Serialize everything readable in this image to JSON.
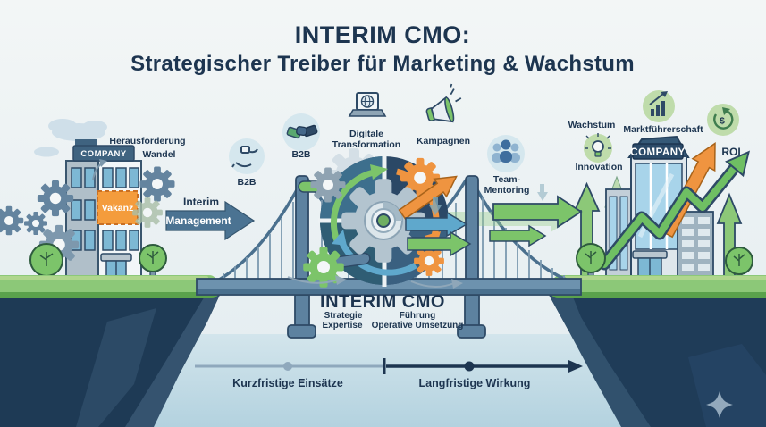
{
  "header": {
    "title": "INTERIM CMO:",
    "subtitle": "Strategischer Treiber für Marketing & Wachstum"
  },
  "left_scene": {
    "company_sign": "COMPANY",
    "challenge": "Herausforderung",
    "change": "Wandel",
    "vacancy": "Vakanz"
  },
  "interim": {
    "line1": "Interim",
    "line2": "Management"
  },
  "capabilities": [
    {
      "label": "B2B",
      "icon": "giving-hands-icon"
    },
    {
      "label": "B2B",
      "icon": "handshake-icon"
    },
    {
      "label1": "Digitale",
      "label2": "Transformation",
      "icon": "laptop-globe-icon"
    },
    {
      "label": "Kampagnen",
      "icon": "megaphone-icon"
    },
    {
      "label1": "Team-",
      "label2": "Mentoring",
      "icon": "team-icon"
    }
  ],
  "bridge": {
    "title": "INTERIM CMO",
    "left_line1": "Strategie",
    "left_line2": "Expertise",
    "right_line1": "Führung",
    "right_line2": "Operative Umsetzung"
  },
  "outcomes": [
    {
      "label": "Wachstum"
    },
    {
      "label": "Marktführerschaft",
      "icon": "growth-chart-icon"
    },
    {
      "label": "Innovation",
      "icon": "lightbulb-icon"
    },
    {
      "label": "ROI",
      "icon": "roi-cycle-icon",
      "symbol": "$"
    }
  ],
  "right_scene": {
    "company_sign": "COMPANY"
  },
  "timeline": {
    "left": "Kurzfristige Einsätze",
    "right": "Langfristige Wirkung"
  },
  "colors": {
    "navy_text": "#1d3550",
    "steel": "#5d82a0",
    "outline": "#2e4a66",
    "orange": "#ef9440",
    "green": "#7cc46a",
    "blue": "#5fa8cc",
    "grass": "#8cc878",
    "water": "#bcd9e4",
    "cliff": "#1e3a55",
    "icon_circle_blue": "#d5e7ee",
    "icon_circle_green": "#bfdcab",
    "vacancy_orange": "#f49c3c"
  }
}
